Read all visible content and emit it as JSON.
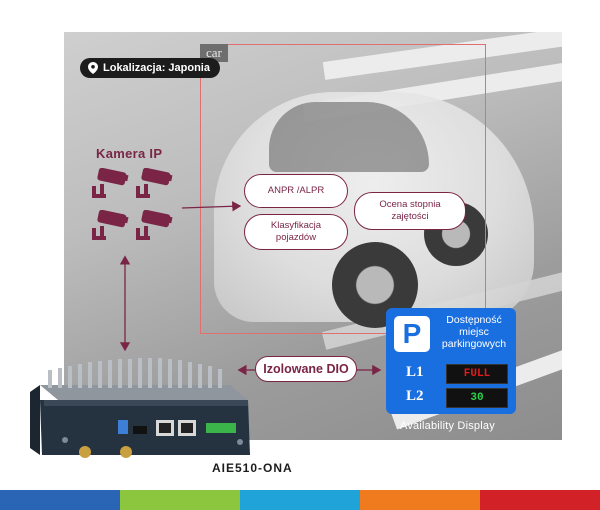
{
  "location_badge": {
    "label": "Lokalizacja: Japonia",
    "icon": "map-pin-icon"
  },
  "detection_tag": "car",
  "camera_section": {
    "label": "Kamera IP",
    "icon": "cctv-camera-icon"
  },
  "features": [
    {
      "label": "ANPR /ALPR"
    },
    {
      "label": "Klasyfikacja pojazdów"
    },
    {
      "label": "Ocena stopnia zajętości"
    }
  ],
  "dio_label": "Izolowane DIO",
  "parking_display": {
    "icon_letter": "P",
    "title": "Dostępność miejsc parkingowych",
    "levels": [
      {
        "level": "L1",
        "value": "FULL",
        "color": "#e11b1b"
      },
      {
        "level": "L2",
        "value": "30",
        "color": "#2bd24a"
      }
    ],
    "caption": "Availability Display",
    "panel_color": "#1a6fe0"
  },
  "device_label": "AIE510-ONA",
  "accent_color": "#7a2546",
  "footer_colors": [
    "#2a64b4",
    "#8cc63f",
    "#1fa3d8",
    "#f07b1e",
    "#d32128"
  ]
}
